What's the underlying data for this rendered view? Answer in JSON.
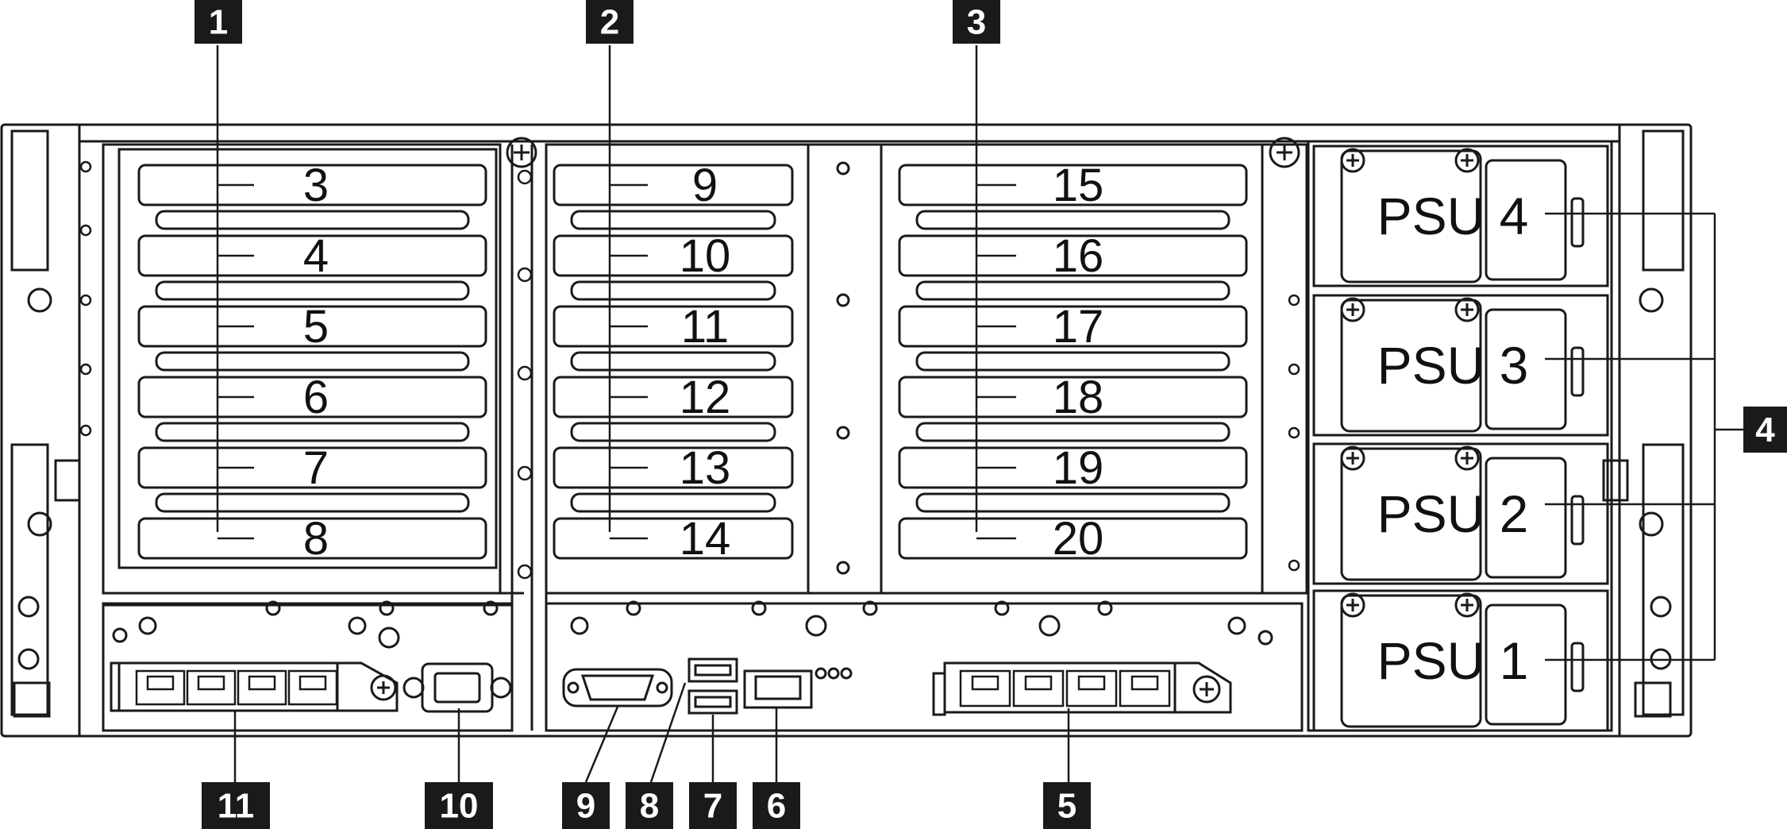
{
  "diagram": {
    "callouts": [
      {
        "id": "c1",
        "label": "1"
      },
      {
        "id": "c2",
        "label": "2"
      },
      {
        "id": "c3",
        "label": "3"
      },
      {
        "id": "c4",
        "label": "4"
      },
      {
        "id": "c5",
        "label": "5"
      },
      {
        "id": "c6",
        "label": "6"
      },
      {
        "id": "c7",
        "label": "7"
      },
      {
        "id": "c8",
        "label": "8"
      },
      {
        "id": "c9",
        "label": "9"
      },
      {
        "id": "c10",
        "label": "10"
      },
      {
        "id": "c11",
        "label": "11"
      }
    ],
    "slots": {
      "left": [
        "3",
        "4",
        "5",
        "6",
        "7",
        "8"
      ],
      "middle": [
        "9",
        "10",
        "11",
        "12",
        "13",
        "14"
      ],
      "right": [
        "15",
        "16",
        "17",
        "18",
        "19",
        "20"
      ]
    },
    "psus": [
      "PSU 4",
      "PSU 3",
      "PSU 2",
      "PSU 1"
    ],
    "colors": {
      "line": "#1a1a1a",
      "callout_bg": "#1a1a1a",
      "callout_text": "#ffffff"
    }
  }
}
